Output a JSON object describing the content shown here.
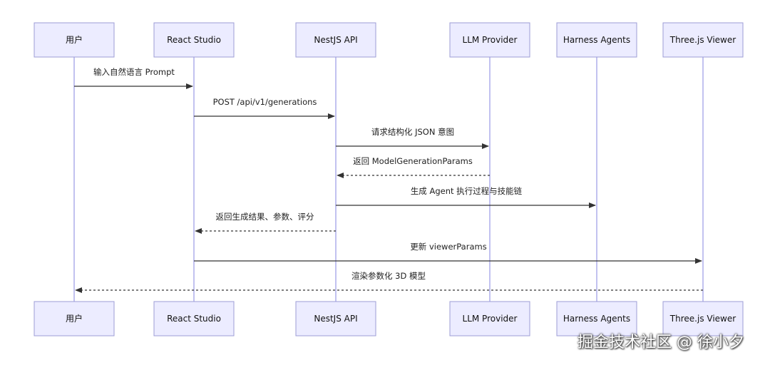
{
  "participants": [
    {
      "id": "user",
      "label": "用户"
    },
    {
      "id": "studio",
      "label": "React Studio"
    },
    {
      "id": "api",
      "label": "NestJS API"
    },
    {
      "id": "llm",
      "label": "LLM Provider"
    },
    {
      "id": "agents",
      "label": "Harness Agents"
    },
    {
      "id": "viewer",
      "label": "Three.js Viewer"
    }
  ],
  "messages": [
    {
      "from": "user",
      "to": "studio",
      "text": "输入自然语言 Prompt",
      "dashed": false
    },
    {
      "from": "studio",
      "to": "api",
      "text": "POST /api/v1/generations",
      "dashed": false
    },
    {
      "from": "api",
      "to": "llm",
      "text": "请求结构化 JSON 意图",
      "dashed": false
    },
    {
      "from": "llm",
      "to": "api",
      "text": "返回 ModelGenerationParams",
      "dashed": true
    },
    {
      "from": "api",
      "to": "agents",
      "text": "生成 Agent 执行过程与技能链",
      "dashed": false
    },
    {
      "from": "api",
      "to": "studio",
      "text": "返回生成结果、参数、评分",
      "dashed": true
    },
    {
      "from": "studio",
      "to": "viewer",
      "text": "更新 viewerParams",
      "dashed": false
    },
    {
      "from": "viewer",
      "to": "user",
      "text": "渲染参数化 3D 模型",
      "dashed": true
    }
  ],
  "watermark": "掘金技术社区 @ 徐小夕",
  "colors": {
    "actor_fill": "#ececff",
    "actor_border": "#9d9dd6",
    "lifeline": "#9a9ae6",
    "message": "#333333"
  }
}
